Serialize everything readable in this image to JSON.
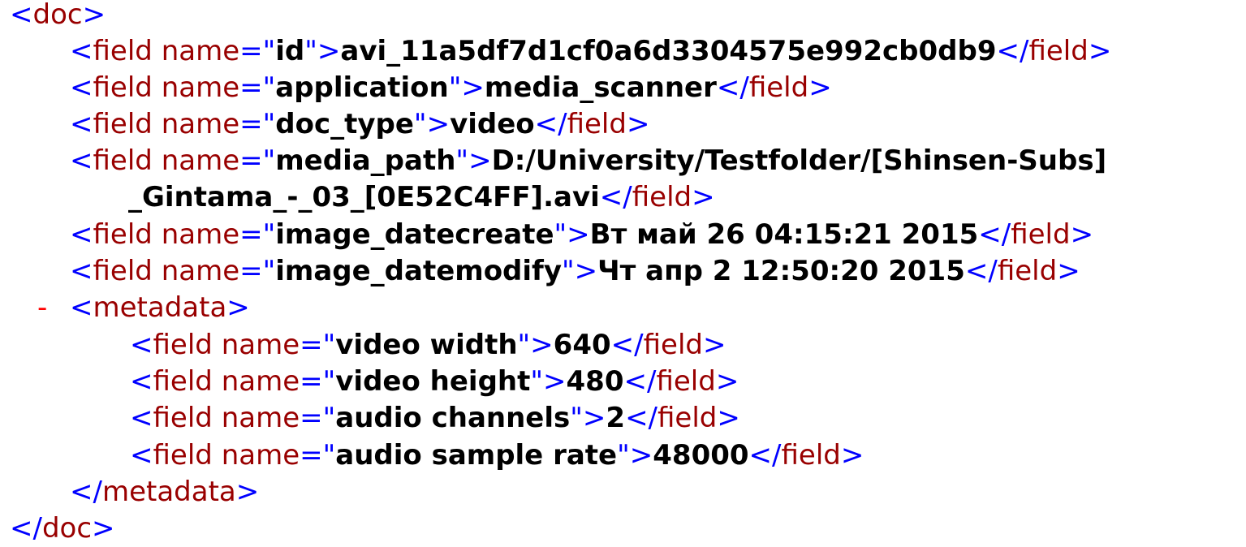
{
  "xml": {
    "root_tag": "doc",
    "element_tag": "field",
    "attr_name": "name",
    "fields": [
      {
        "name": "id",
        "value": "avi_11a5df7d1cf0a6d3304575e992cb0db9"
      },
      {
        "name": "application",
        "value": "media_scanner"
      },
      {
        "name": "doc_type",
        "value": "video"
      },
      {
        "name": "media_path",
        "value": "D:/University/Testfolder/[Shinsen-Subs]",
        "value_cont": "_Gintama_-_03_[0E52C4FF].avi"
      },
      {
        "name": "image_datecreate",
        "value": "Вт май 26 04:15:21 2015"
      },
      {
        "name": "image_datemodify",
        "value": "Чт апр 2 12:50:20 2015"
      }
    ],
    "metadata": {
      "toggle": "-",
      "tag": "metadata",
      "fields": [
        {
          "name": "video width",
          "value": "640"
        },
        {
          "name": "video height",
          "value": "480"
        },
        {
          "name": "audio channels",
          "value": "2"
        },
        {
          "name": "audio sample rate",
          "value": "48000"
        }
      ]
    }
  }
}
